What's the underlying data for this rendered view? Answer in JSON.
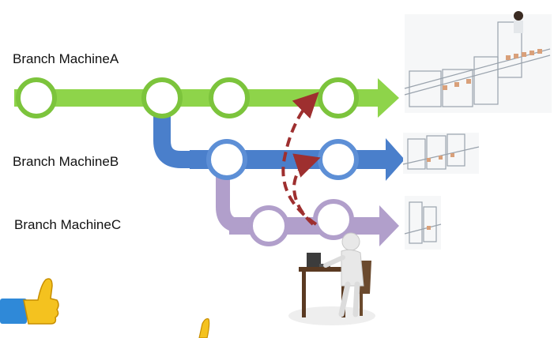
{
  "branches": [
    {
      "id": "a",
      "label": "Branch MachineA",
      "color": "#8ed44a",
      "stroke": "#7cc43c"
    },
    {
      "id": "b",
      "label": "Branch MachineB",
      "color": "#4a7fcb",
      "stroke": "#3f6fb8"
    },
    {
      "id": "c",
      "label": "Branch MachineC",
      "color": "#b19fcb",
      "stroke": "#a38fc0"
    }
  ],
  "merge_arrow_color": "#9e2f2f",
  "icons": [
    "factory-production-line-icon",
    "machine-line-icon",
    "person-at-computer-icon",
    "thumbs-up-icon"
  ]
}
